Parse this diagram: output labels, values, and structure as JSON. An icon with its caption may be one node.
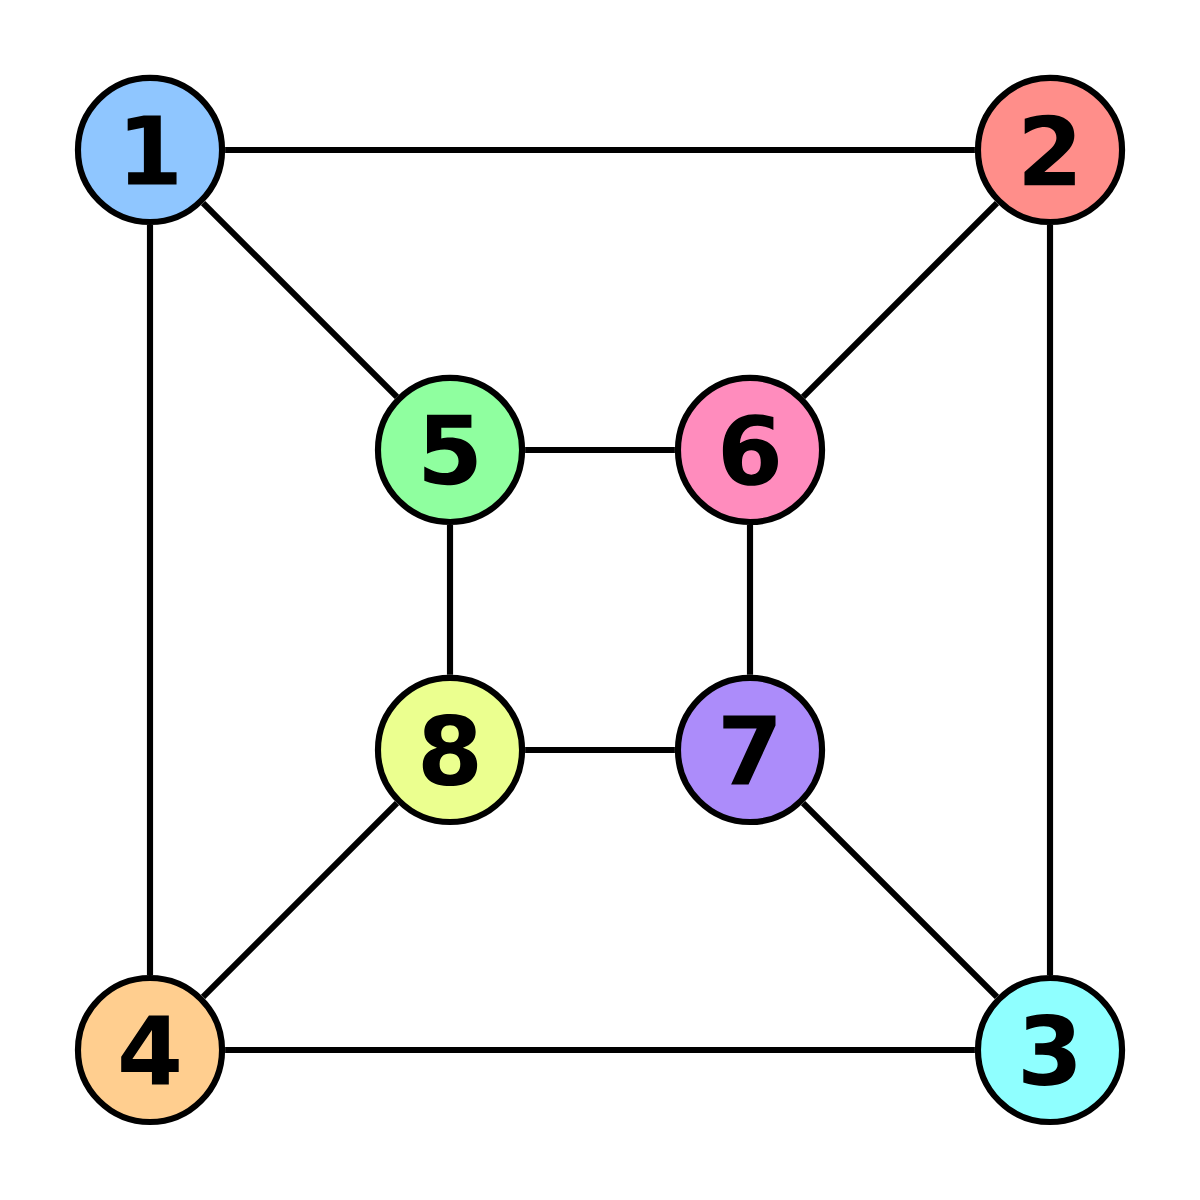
{
  "diagram": {
    "nodes": [
      {
        "text": [
          "1"
        ]
      },
      {
        "text": [
          "2"
        ]
      },
      {
        "text": [
          "5"
        ]
      },
      {
        "text": [
          "6"
        ]
      },
      {
        "text": [
          "8"
        ]
      },
      {
        "text": [
          "7"
        ]
      },
      {
        "text": [
          "4"
        ]
      },
      {
        "text": [
          "3"
        ]
      }
    ],
    "edges": [
      {
        "from": 0,
        "to": 1,
        "arrow": "none"
      },
      {
        "from": 0,
        "to": 2,
        "arrow": "none"
      },
      {
        "from": 0,
        "to": 6,
        "arrow": "none"
      },
      {
        "from": 1,
        "to": 3,
        "arrow": "none"
      },
      {
        "from": 1,
        "to": 7,
        "arrow": "none"
      },
      {
        "from": 2,
        "to": 3,
        "arrow": "none"
      },
      {
        "from": 2,
        "to": 4,
        "arrow": "none"
      },
      {
        "from": 3,
        "to": 5,
        "arrow": "none"
      },
      {
        "from": 4,
        "to": 5,
        "arrow": "none"
      },
      {
        "from": 4,
        "to": 6,
        "arrow": "none"
      },
      {
        "from": 5,
        "to": 7,
        "arrow": "none"
      },
      {
        "from": 6,
        "to": 7,
        "arrow": "none"
      }
    ]
  }
}
